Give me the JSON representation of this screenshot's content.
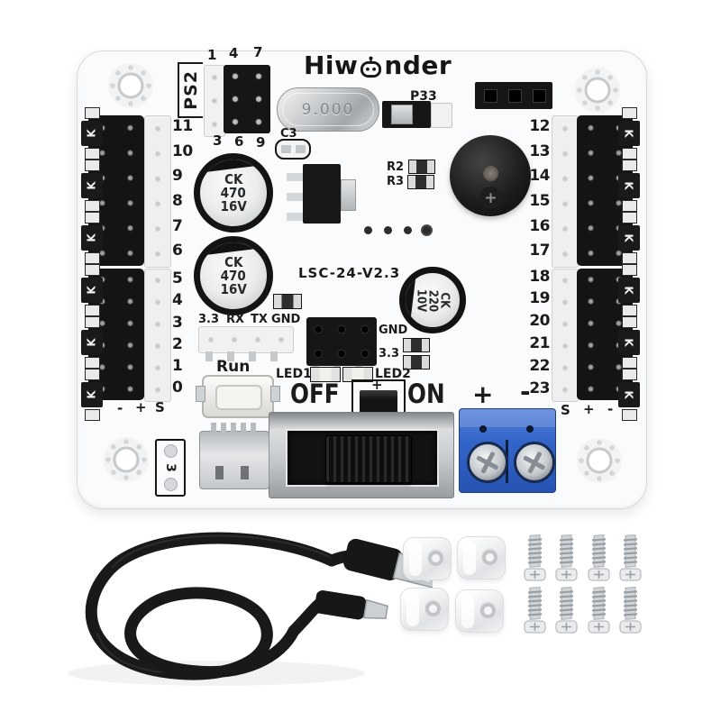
{
  "brand": {
    "name": "Hiwonder",
    "prefix": "Hiw",
    "suffix": "nder"
  },
  "board": {
    "model": "LSC-24-V2.3",
    "ps2": "PS2",
    "crystal": "9.000",
    "c3": "C3",
    "p33": "P33",
    "r2": "R2",
    "r3": "R3",
    "header_top": [
      "1",
      "4",
      "7"
    ],
    "header_bottom": [
      "3",
      "6",
      "9"
    ],
    "cap1": [
      "CK",
      "470",
      "16V"
    ],
    "cap2": [
      "CK",
      "470",
      "16V"
    ],
    "cap3": [
      "CK",
      "220",
      "10V"
    ],
    "uart": [
      "3.3",
      "RX",
      "TX",
      "GND"
    ],
    "gnd": "GND",
    "v33": "3.3",
    "run": "Run",
    "led1": "LED1",
    "led2": "LED2",
    "off": "OFF",
    "on": "ON",
    "jumper_plus": "+",
    "power_plus": "+",
    "power_minus": "-",
    "left_order": [
      "-",
      "+",
      "S"
    ],
    "right_order": [
      "S",
      "+",
      "-"
    ],
    "channels_left_top": [
      "11",
      "10",
      "9",
      "8",
      "7",
      "6"
    ],
    "channels_left_bottom": [
      "5",
      "4",
      "3",
      "2",
      "1",
      "0"
    ],
    "channels_right_top": [
      "12",
      "13",
      "14",
      "15",
      "16",
      "17"
    ],
    "channels_right_bottom": [
      "18",
      "19",
      "20",
      "21",
      "22",
      "23"
    ],
    "k": "K",
    "side_component": "3",
    "buzzer_screw": "+"
  },
  "colors": {
    "terminal_blue": "#2f63c8",
    "board_white": "#fafbfc",
    "silkscreen": "#1b1b1b"
  }
}
